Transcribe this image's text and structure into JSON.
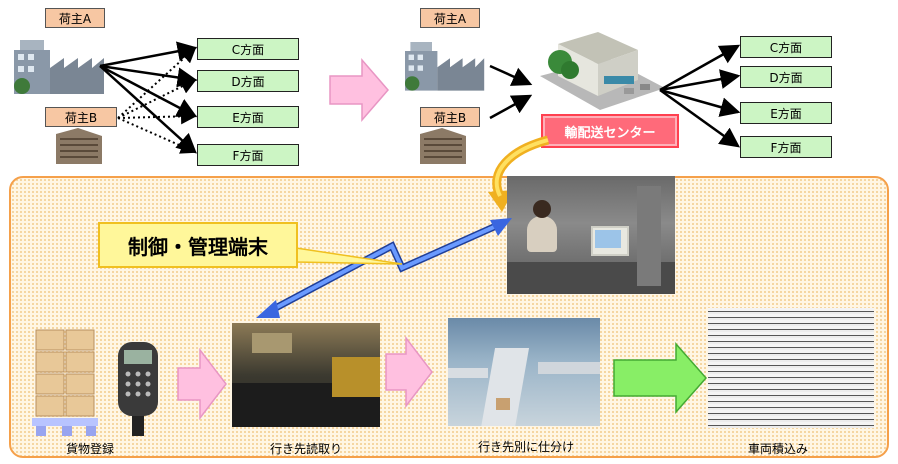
{
  "before": {
    "shipper_a": "荷主A",
    "shipper_b": "荷主B",
    "destinations": [
      "C方面",
      "D方面",
      "E方面",
      "F方面"
    ]
  },
  "after": {
    "shipper_a": "荷主A",
    "shipper_b": "荷主B",
    "center_label": "輸配送センター",
    "destinations": [
      "C方面",
      "D方面",
      "E方面",
      "F方面"
    ]
  },
  "system": {
    "control_label": "制御・管理端末",
    "steps": [
      {
        "label": "貨物登録"
      },
      {
        "label": "行き先読取り"
      },
      {
        "label": "行き先別に仕分け"
      },
      {
        "label": "車両積込み"
      }
    ]
  },
  "colors": {
    "shipper_label": "#f7c7a3",
    "destination_box": "#ccf5c4",
    "center_label": "#ff6a7a",
    "panel_border": "#f5a04a",
    "control_label": "#fff79a",
    "flow_arrow": "#ffc0e0",
    "loading_arrow": "#88ee66",
    "wireless_link": "#4a7be8"
  }
}
